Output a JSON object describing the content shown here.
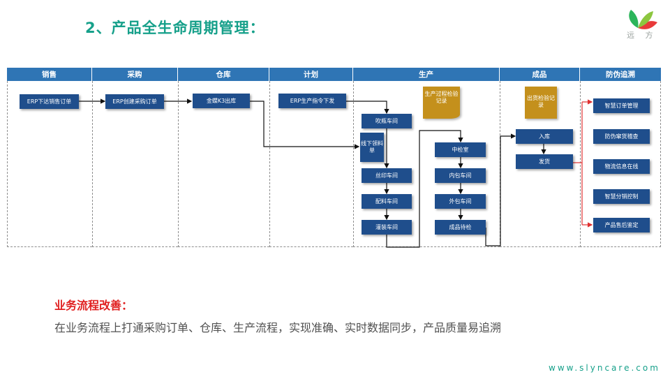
{
  "title": "2、产品全生命周期管理：",
  "logo": {
    "text": "远 方"
  },
  "lanes": [
    "销售",
    "采购",
    "仓库",
    "计划",
    "生产",
    "成品",
    "防伪追溯"
  ],
  "boxes": {
    "erp_sales": "ERP下达销售订单",
    "erp_purchase": "ERP创建采购订单",
    "kingdee": "金蝶K3出库",
    "erp_prod": "ERP生产指令下发",
    "blow": "吹瓶车间",
    "offline": "线下领料单",
    "silk": "丝印车间",
    "mixing": "配料车间",
    "filling": "灌装车间",
    "mid_check": "中检室",
    "inner_pack": "内包车间",
    "outer_pack": "外包车间",
    "finished_wait": "成品待检",
    "storage": "入库",
    "ship": "发货",
    "trace1": "智慧订单管理",
    "trace2": "防伪窜货稽查",
    "trace3": "物流信息在线",
    "trace4": "智慧分销控制",
    "trace5": "产品售后鉴定"
  },
  "docs": {
    "prod_check": "生产过程检验记录",
    "ship_check": "出货检验记录"
  },
  "improve": {
    "title": "业务流程改善：",
    "text": "在业务流程上打通采购订单、仓库、生产流程，实现准确、实时数据同步，产品质量易追溯"
  },
  "website": "www.slyncare.com",
  "colors": {
    "lane_header": "#2f75b5",
    "box": "#1f4e8c",
    "doc": "#c4901c",
    "title": "#16a08a",
    "improve_title": "#e02020",
    "trace_bracket": "#e03030"
  }
}
